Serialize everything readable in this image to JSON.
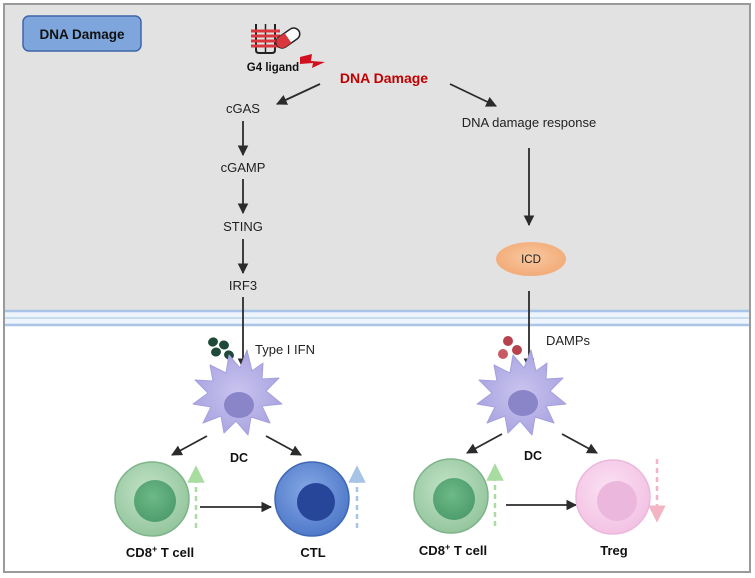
{
  "badge": {
    "label": "DNA Damage"
  },
  "drug": {
    "label": "G4 ligand"
  },
  "center": {
    "label": "DNA Damage"
  },
  "left_pathway": {
    "steps": [
      "cGAS",
      "cGAMP",
      "STING",
      "IRF3"
    ],
    "secreted": "Type I IFN",
    "dc": "DC",
    "cell_left": {
      "prefix": "CD8",
      "sup": "+",
      "suffix": " T cell"
    },
    "cell_right": "CTL"
  },
  "right_pathway": {
    "response": "DNA damage response",
    "icd": "ICD",
    "secreted": "DAMPs",
    "dc": "DC",
    "cell_left": {
      "prefix": "CD8",
      "sup": "+",
      "suffix": " T cell"
    },
    "cell_right": "Treg"
  },
  "colors": {
    "background_top": "#e2e2e2",
    "membrane": "#bcd3ec",
    "badge_fill": "#7ea6dc",
    "damage_red": "#c00000",
    "dc_purple": "#b3aee3",
    "cd8_green": "#a5d2ae",
    "ctl_blue": "#5a85d3",
    "treg_pink": "#f7cdec",
    "icd_orange": "#f5b586"
  }
}
